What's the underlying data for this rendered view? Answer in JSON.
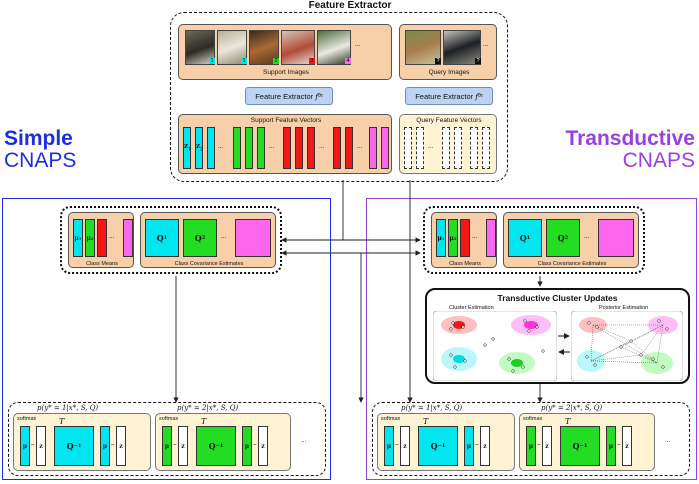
{
  "feature_extractor": {
    "title": "Feature Extractor",
    "support_label": "Support Images",
    "query_label": "Query Images",
    "fe_button": "Feature Extractor",
    "fe_symbol": "f",
    "fe_sub": "θ",
    "fe_sup": "τ",
    "support_vectors_label": "Support Feature Vectors",
    "query_vectors_label": "Query Feature Vectors",
    "z1": "z",
    "z2": "z",
    "ellipsis": "...",
    "support_badges": [
      "1",
      "1",
      "2",
      "3",
      "4"
    ],
    "query_badges": [
      "?",
      "?"
    ]
  },
  "simple": {
    "bold": "Simple",
    "light": "CNAPS",
    "color": "#1a2fe0"
  },
  "transductive": {
    "bold": "Transductive",
    "light": "CNAPS",
    "color": "#9a3fe0"
  },
  "stats": {
    "class_means": "Class Means",
    "class_cov": "Class Covariance Estimates",
    "mu1": "μ",
    "mu2": "μ",
    "Q1": "Q",
    "Q2": "Q",
    "ellipsis": "..."
  },
  "cluster": {
    "title": "Transductive Cluster Updates",
    "left": "Cluster Estimation",
    "right": "Posterior Estimation"
  },
  "softmax": {
    "label": "softmax",
    "p1": "p(y* = 1|x*, S, Q)",
    "p2": "p(y* = 2|x*, S, Q)",
    "T": "T",
    "Qinv1": "Q",
    "Qinv2": "Q",
    "inv": "−1",
    "mu": "μ",
    "z": "z",
    "ellipsis": "..."
  },
  "colors": {
    "cyan": "#00e5ee",
    "green": "#22dd22",
    "red": "#f01818",
    "magenta": "#ff66ee",
    "blue": "#1a2fe0",
    "purple": "#9a3fe0"
  }
}
